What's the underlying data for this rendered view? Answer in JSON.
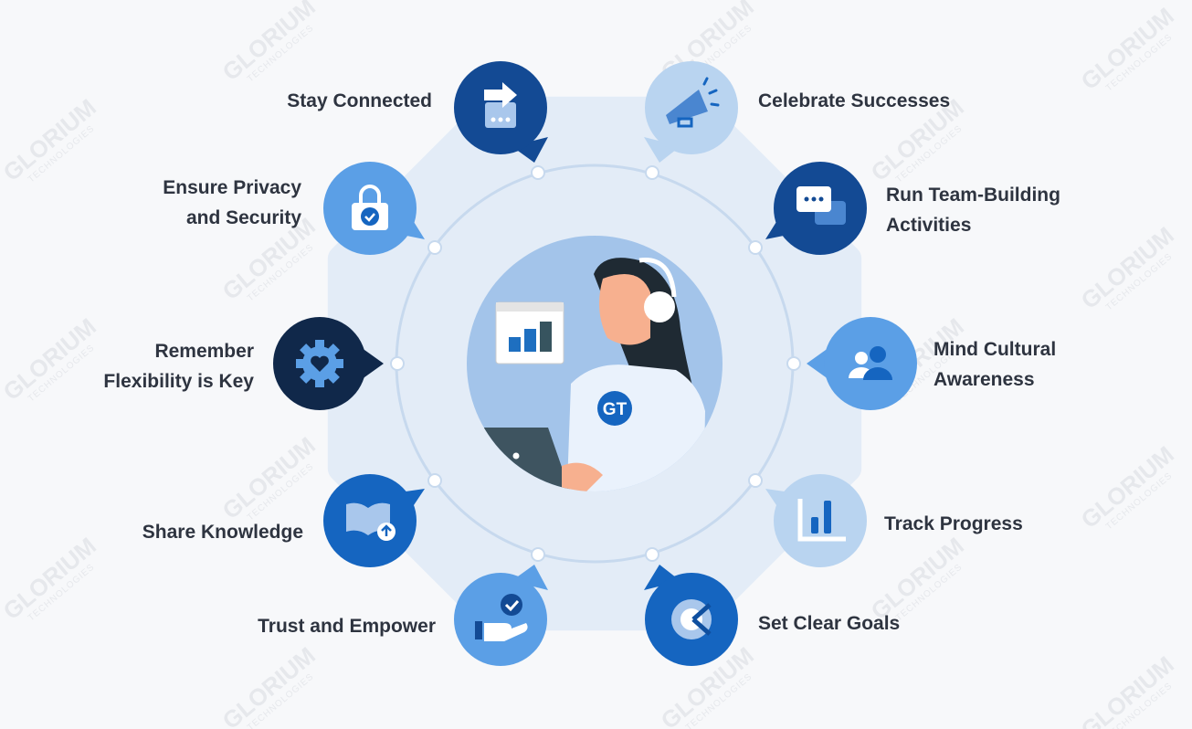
{
  "watermark": {
    "line1": "GLORIUM",
    "line2": "TECHNOLOGIES"
  },
  "colors": {
    "background": "#f7f8fa",
    "octagon": "#e3ecf7",
    "ring": "#c7d9ee",
    "center_circle": "#a3c4ea",
    "dark_blue": "#134a94",
    "navy": "#10284a",
    "blue": "#1565c0",
    "mid_blue": "#5b9fe6",
    "light_blue": "#b9d4f0",
    "text": "#2e3440"
  },
  "center": {
    "illustration": "woman-with-headset-at-laptop",
    "shirt_logo": "GT"
  },
  "items": [
    {
      "lines": [
        "Stay Connected"
      ],
      "icon": "message-forward-icon",
      "color": "dark_blue"
    },
    {
      "lines": [
        "Celebrate Successes"
      ],
      "icon": "megaphone-icon",
      "color": "light_blue"
    },
    {
      "lines": [
        "Ensure Privacy",
        "and Security"
      ],
      "icon": "padlock-check-icon",
      "color": "mid_blue"
    },
    {
      "lines": [
        "Run Team-Building",
        "Activities"
      ],
      "icon": "chat-bubbles-icon",
      "color": "dark_blue"
    },
    {
      "lines": [
        "Remember",
        "Flexibility is Key"
      ],
      "icon": "gear-heart-icon",
      "color": "navy"
    },
    {
      "lines": [
        "Mind Cultural",
        "Awareness"
      ],
      "icon": "people-icon",
      "color": "mid_blue"
    },
    {
      "lines": [
        "Share Knowledge"
      ],
      "icon": "book-upload-icon",
      "color": "blue"
    },
    {
      "lines": [
        "Track Progress"
      ],
      "icon": "bar-chart-icon",
      "color": "light_blue"
    },
    {
      "lines": [
        "Trust and Empower"
      ],
      "icon": "hand-check-icon",
      "color": "mid_blue"
    },
    {
      "lines": [
        "Set Clear Goals"
      ],
      "icon": "target-icon",
      "color": "blue"
    }
  ]
}
